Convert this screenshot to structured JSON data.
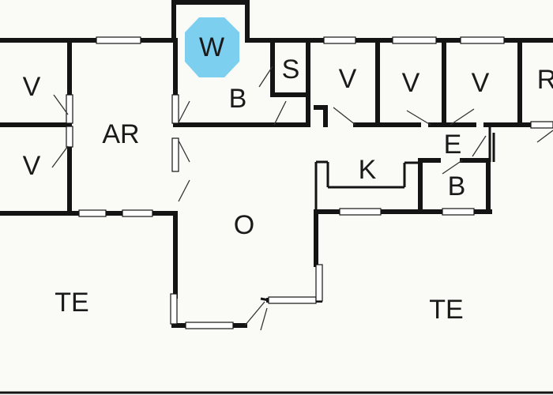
{
  "floor_plan": {
    "rooms": [
      {
        "id": "v1",
        "label": "V"
      },
      {
        "id": "v2",
        "label": "V"
      },
      {
        "id": "ar",
        "label": "AR"
      },
      {
        "id": "w",
        "label": "W"
      },
      {
        "id": "b1",
        "label": "B"
      },
      {
        "id": "s",
        "label": "S"
      },
      {
        "id": "v3",
        "label": "V"
      },
      {
        "id": "v4",
        "label": "V"
      },
      {
        "id": "v5",
        "label": "V"
      },
      {
        "id": "r",
        "label": "R"
      },
      {
        "id": "e",
        "label": "E"
      },
      {
        "id": "k",
        "label": "K"
      },
      {
        "id": "b2",
        "label": "B"
      },
      {
        "id": "o",
        "label": "O"
      },
      {
        "id": "te1",
        "label": "TE"
      },
      {
        "id": "te2",
        "label": "TE"
      }
    ],
    "colors": {
      "background": "#fafaf6",
      "wall": "#141414",
      "window_fill": "#ffffff",
      "stove_highlight": "#7dcff0"
    },
    "icons": {
      "wood_stove": "octagon-icon"
    }
  }
}
